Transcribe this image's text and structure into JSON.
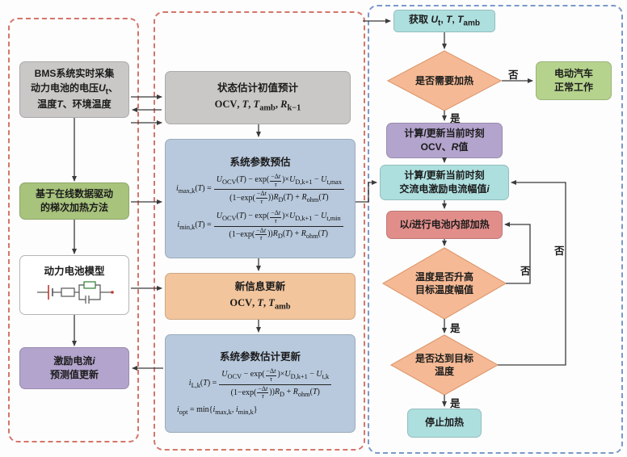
{
  "colors": {
    "panel_red_border": "#d4756a",
    "panel_blue_border": "#7b98c9",
    "gray_box": "#c9c8c6",
    "green_box": "#a8c37c",
    "light_green_box": "#b6d38d",
    "purple_box": "#b3a4cd",
    "blue_box": "#b8c9dd",
    "orange_box": "#f2c59d",
    "cyan_box": "#aedfdf",
    "red_box": "#e18e8b",
    "diamond_fill": "#f5ba95",
    "arrow": "#3b3b3b"
  },
  "diagram": {
    "left": {
      "bms": "BMS系统实时采集\n动力电池的电压*U*_{t}、\n温度*T*、环境温度",
      "method": "基于在线数据驱动\n的梯次加热方法",
      "model_title": "动力电池模型",
      "current_update": "激励电流*i*\n预测值更新"
    },
    "middle": {
      "init_title": "状态估计初值预计",
      "init_vars": "**OCV**, *T*, *T*_{amb}, *R*_{k−1}",
      "param_title": "系统参数预估",
      "eq_imax": {
        "lhs": "*i*_{max,k}(*T*) =",
        "num_pre": "*U*_{OCV}(*T*) − exp(",
        "f_num": "−Δ*t*",
        "f_den": "*τ*",
        "num_post": ")×*U*_{D,k+1} − *U*_{t,max}",
        "den_pre": "(1−exp(",
        "den_post": "))*R*_{D}(*T*) + *R*_{ohm}(*T*)"
      },
      "eq_imin": {
        "lhs": "*i*_{min,k}(*T*) =",
        "num_pre": "*U*_{OCV}(*T*) − exp(",
        "f_num": "−Δ*t*",
        "f_den": "*τ*",
        "num_post": ")×*U*_{D,k+1} − *U*_{t,min}",
        "den_pre": "(1−exp(",
        "den_post": "))*R*_{D}(*T*) + *R*_{ohm}(*T*)"
      },
      "update_title": "新信息更新",
      "update_vars": "**OCV**, *T*, *T*_{amb}",
      "est_title": "系统参数估计更新",
      "eq_ilk": {
        "lhs": "*i*_{L,k}(*T*) =",
        "num_pre": "*U*_{OCV} − exp(",
        "f_num": "−Δ*t*",
        "f_den": "*τ*",
        "num_post": ")×*U*_{D,k+1} − *U*_{t,k}",
        "den_pre": "(1−exp(",
        "den_post": "))*R*_{D} + *R*_{ohm}(*T*)"
      },
      "eq_iopt": "*i*_{opt} = min{*i*_{max,k}, *i*_{min,k}}"
    },
    "right": {
      "acquire": "获取 *U*_{t}, *T*, *T*_{amb}",
      "need_heating": "是否需要加热",
      "normal_work": "电动汽车\n正常工作",
      "calc_ocv": "计算/更新当前时刻\n**OCV**、*R*值",
      "calc_current": "计算/更新当前时刻\n交流电激励电流幅值*i*",
      "heat": "以*i*进行电池内部加热",
      "temp_rise_check": "温度是否升高\n目标温度幅值",
      "target_temp_check": "是否达到目标\n温度",
      "stop": "停止加热"
    },
    "labels": {
      "yes": "是",
      "no": "否"
    }
  }
}
